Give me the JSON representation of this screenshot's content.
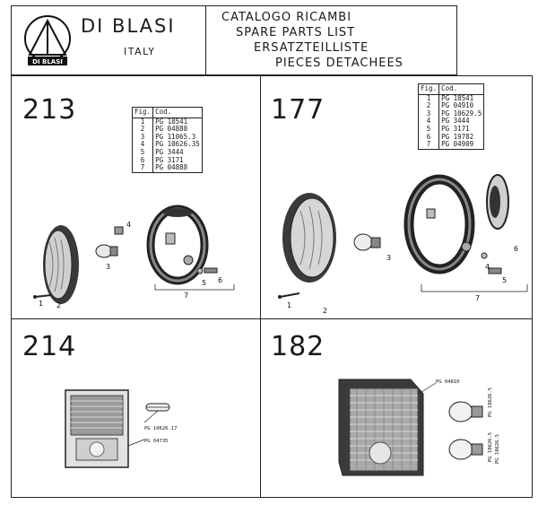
{
  "header": {
    "brand": "DI BLASI",
    "country": "ITALY",
    "logo_text": "DI BLASI",
    "titles": [
      "CATALOGO RICAMBI",
      "SPARE PARTS LIST",
      "ERSATZTEILLISTE",
      "PIECES DETACHEES"
    ]
  },
  "panels": {
    "p213": {
      "model": "213",
      "table_header": [
        "Fig.",
        "Cod."
      ],
      "rows": [
        [
          "1",
          "PG 18541"
        ],
        [
          "2",
          "PG 04888"
        ],
        [
          "3",
          "PG 11065.3"
        ],
        [
          "4",
          "PG 10626.35"
        ],
        [
          "5",
          "PG  3444"
        ],
        [
          "6",
          "PG  3171"
        ],
        [
          "7",
          "PG 04888"
        ]
      ],
      "callouts": [
        "1",
        "2",
        "3",
        "4",
        "5",
        "6",
        "7"
      ]
    },
    "p177": {
      "model": "177",
      "table_header": [
        "Fig.",
        "Cod."
      ],
      "rows": [
        [
          "1",
          "PG 18541"
        ],
        [
          "2",
          "PG 04910"
        ],
        [
          "3",
          "PG 10629.5"
        ],
        [
          "4",
          "PG  3444"
        ],
        [
          "5",
          "PG  3171"
        ],
        [
          "6",
          "PG 19782"
        ],
        [
          "7",
          "PG 04909"
        ]
      ],
      "callouts": [
        "1",
        "2",
        "3",
        "4",
        "5",
        "6",
        "7"
      ]
    },
    "p214": {
      "model": "214",
      "labels": [
        "PG 10626.17",
        "PG 04735"
      ]
    },
    "p182": {
      "model": "182",
      "labels": [
        "PG 04810",
        "PG 10626.5",
        "PG 10626.5",
        "PG 10626.5"
      ]
    }
  },
  "colors": {
    "ink": "#1a1a1a",
    "paper": "#ffffff",
    "shade": "#555555"
  }
}
